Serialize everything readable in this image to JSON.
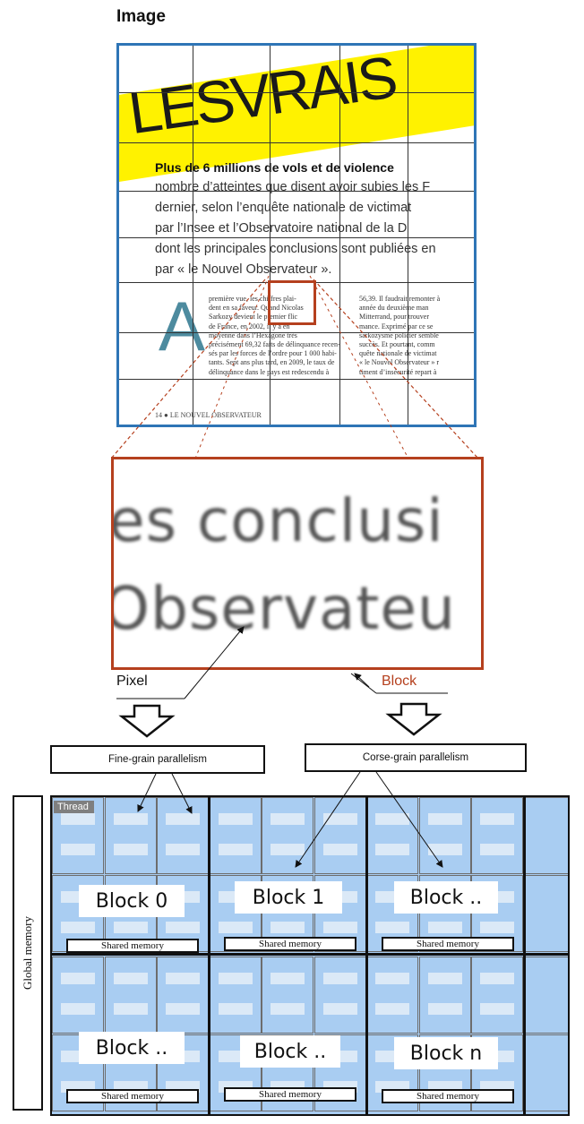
{
  "image_title": "Image",
  "newspaper": {
    "headline": "LESVRAIS",
    "subheading": "Plus de 6 millions de vols et de violence",
    "body_lines": [
      "nombre d’atteintes que disent avoir subies les F",
      "dernier, selon l’enquête nationale de victimat",
      "par l’Insee et l’Observatoire national de la D",
      "dont les principales conclusions sont publiées en",
      "par « le Nouvel Observateur »."
    ],
    "dropcap": "A",
    "col1_text": "première vue, les chiffres plai-\ndent en sa faveur. Quand Nicolas\nSarkozy devient le premier flic\nde France, en 2002, il y a en\nmoyenne dans l’Hexagone très\nprécisément 69,32 faits de délinquance recen-\nsés par les forces de l’ordre pour 1 000 habi-\ntants. Sept ans plus tard, en 2009, le taux de\ndélinquance dans le pays est redescendu à",
    "col2_text": "56,39. Il faudrait remonter à\nannée du deuxième man\nMitterrand, pour trouver\nmance. Exprimé par ce se\nsarkozysme policier semble\nsuccès. Et pourtant, comm\nquête nationale de victimat\n« le Nouvel Observateur » r\ntiment d’insécurité repart à",
    "footer": "14 ● LE NOUVEL OBSERVATEUR"
  },
  "zoom": {
    "line1": "es conclusi",
    "line2": "Observateu"
  },
  "labels": {
    "pixel": "Pixel",
    "block": "Block",
    "fine_grain": "Fine-grain parallelism",
    "coarse_grain": "Corse-grain parallelism",
    "global_memory": "Global memory",
    "thread": "Thread",
    "shared_memory": "Shared memory"
  },
  "blocks": {
    "b0": "Block 0",
    "b1": "Block 1",
    "b2": "Block ..",
    "b3": "Block ..",
    "b4": "Block ..",
    "b5": "Block n"
  },
  "colors": {
    "frame_blue": "#2e75b6",
    "highlight_red": "#b5401e",
    "headline_yellow": "#fff200",
    "grid_blue": "#a9cdf2",
    "thread_bar": "#dbe9f7"
  }
}
